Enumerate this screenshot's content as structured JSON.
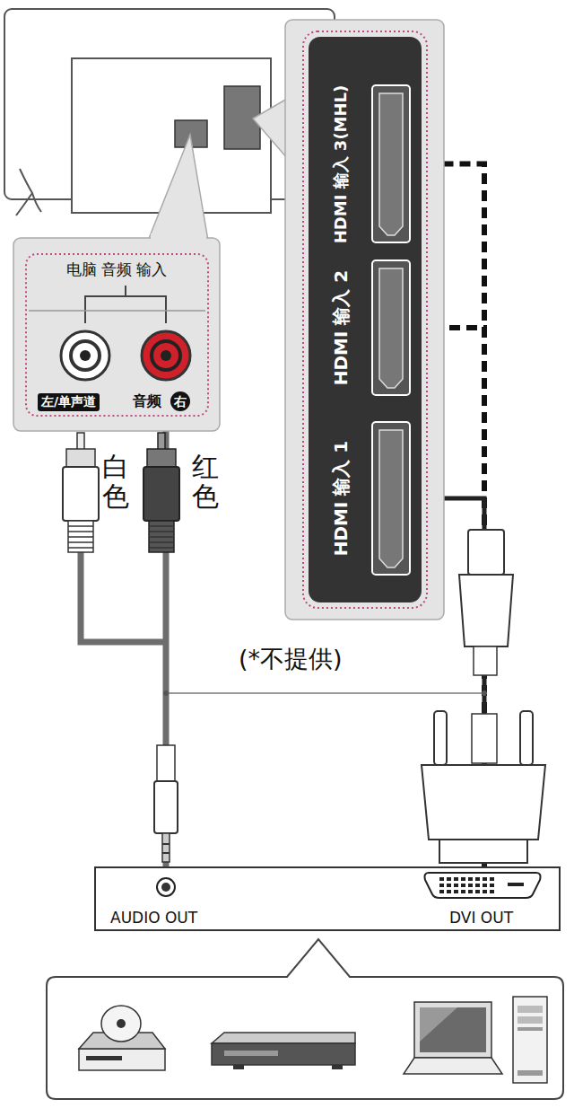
{
  "diagram": {
    "nodes": [
      {
        "text": [
          "电脑 音频 输入"
        ]
      },
      {
        "text": [
          "HDMI 输入 3(MHL)"
        ]
      },
      {
        "text": [
          "HDMI 输入 2"
        ]
      },
      {
        "text": [
          "HDMI 输入 1"
        ]
      },
      {
        "text": [
          "AUDIO OUT",
          "DVI OUT"
        ]
      }
    ],
    "edges": [
      {
        "from": 4,
        "to": 0,
        "arrow": "none"
      },
      {
        "from": 4,
        "to": 1,
        "arrow": "to"
      },
      {
        "from": 4,
        "to": 2,
        "arrow": "to"
      },
      {
        "from": 4,
        "to": 3,
        "arrow": "to"
      }
    ],
    "labels": [
      "左/单声道",
      "音频",
      "右",
      "白色",
      "红色",
      "(*不提供)"
    ]
  }
}
